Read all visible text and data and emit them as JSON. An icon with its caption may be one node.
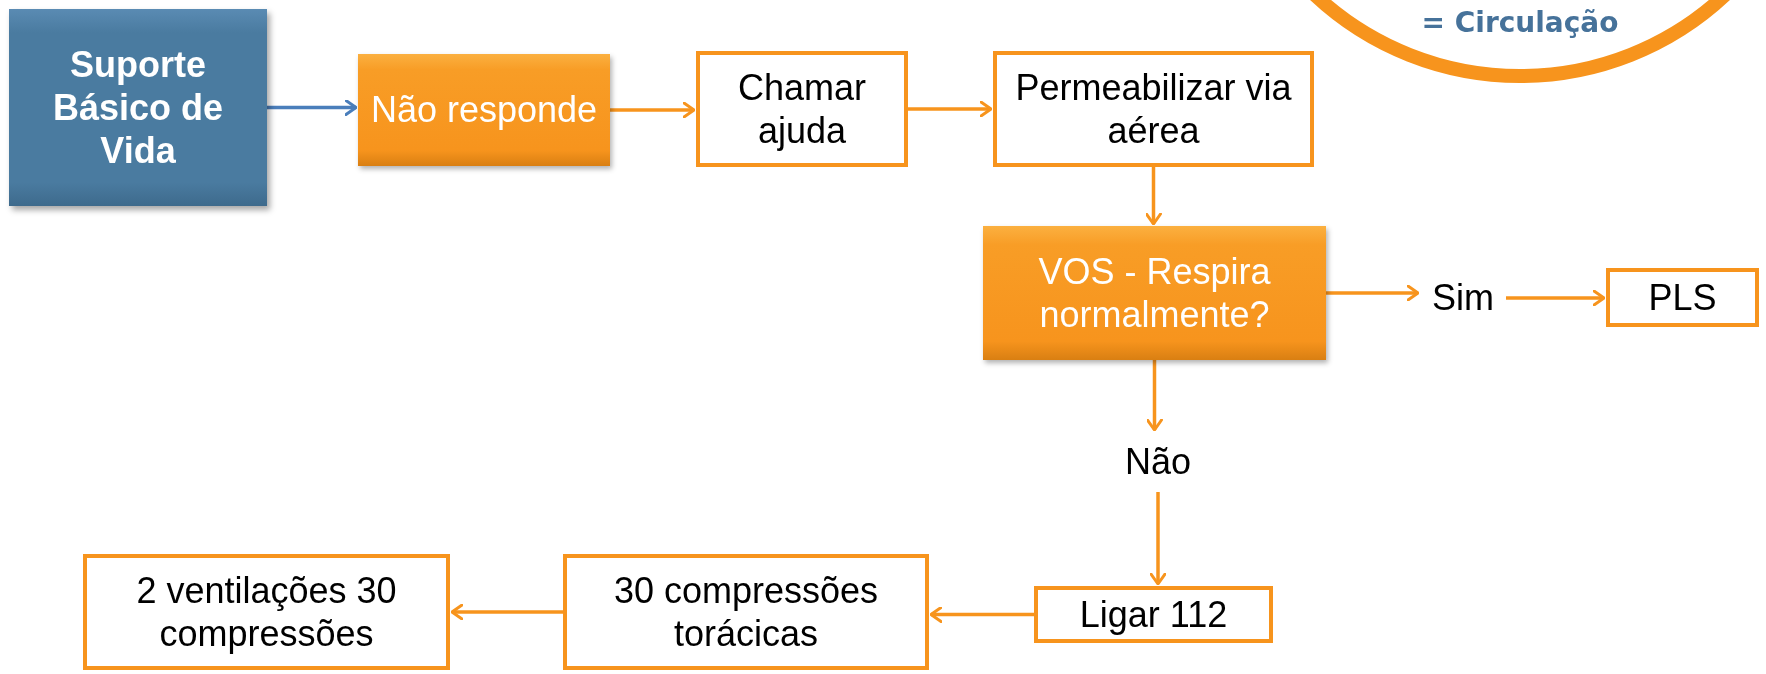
{
  "diagram": {
    "nodes": [
      {
        "text": [
          "Suporte Básico de Vida"
        ]
      },
      {
        "text": [
          "Não responde"
        ]
      },
      {
        "text": [
          "Chamar ajuda"
        ]
      },
      {
        "text": [
          "Permeabilizar via aérea"
        ]
      },
      {
        "text": [
          "VOS - Respira normalmente?"
        ]
      },
      {
        "text": [
          "Sim"
        ]
      },
      {
        "text": [
          "PLS"
        ]
      },
      {
        "text": [
          "Não"
        ]
      },
      {
        "text": [
          "Ligar 112"
        ]
      },
      {
        "text": [
          "30 compressões torácicas"
        ]
      },
      {
        "text": [
          "2 ventilações 30 compressões"
        ]
      },
      {
        "text": [
          "= Circulação"
        ]
      }
    ],
    "edges": [
      {
        "from": 0,
        "to": 1,
        "arrow": "to",
        "color": "#4a7ebb"
      },
      {
        "from": 1,
        "to": 2,
        "arrow": "to"
      },
      {
        "from": 2,
        "to": 3,
        "arrow": "to"
      },
      {
        "from": 3,
        "to": 4,
        "arrow": "to"
      },
      {
        "from": 4,
        "to": 5,
        "arrow": "to"
      },
      {
        "from": 5,
        "to": 6,
        "arrow": "to"
      },
      {
        "from": 4,
        "to": 7,
        "arrow": "to"
      },
      {
        "from": 7,
        "to": 8,
        "arrow": "to"
      },
      {
        "from": 8,
        "to": 9,
        "arrow": "to"
      },
      {
        "from": 9,
        "to": 10,
        "arrow": "to"
      }
    ]
  }
}
